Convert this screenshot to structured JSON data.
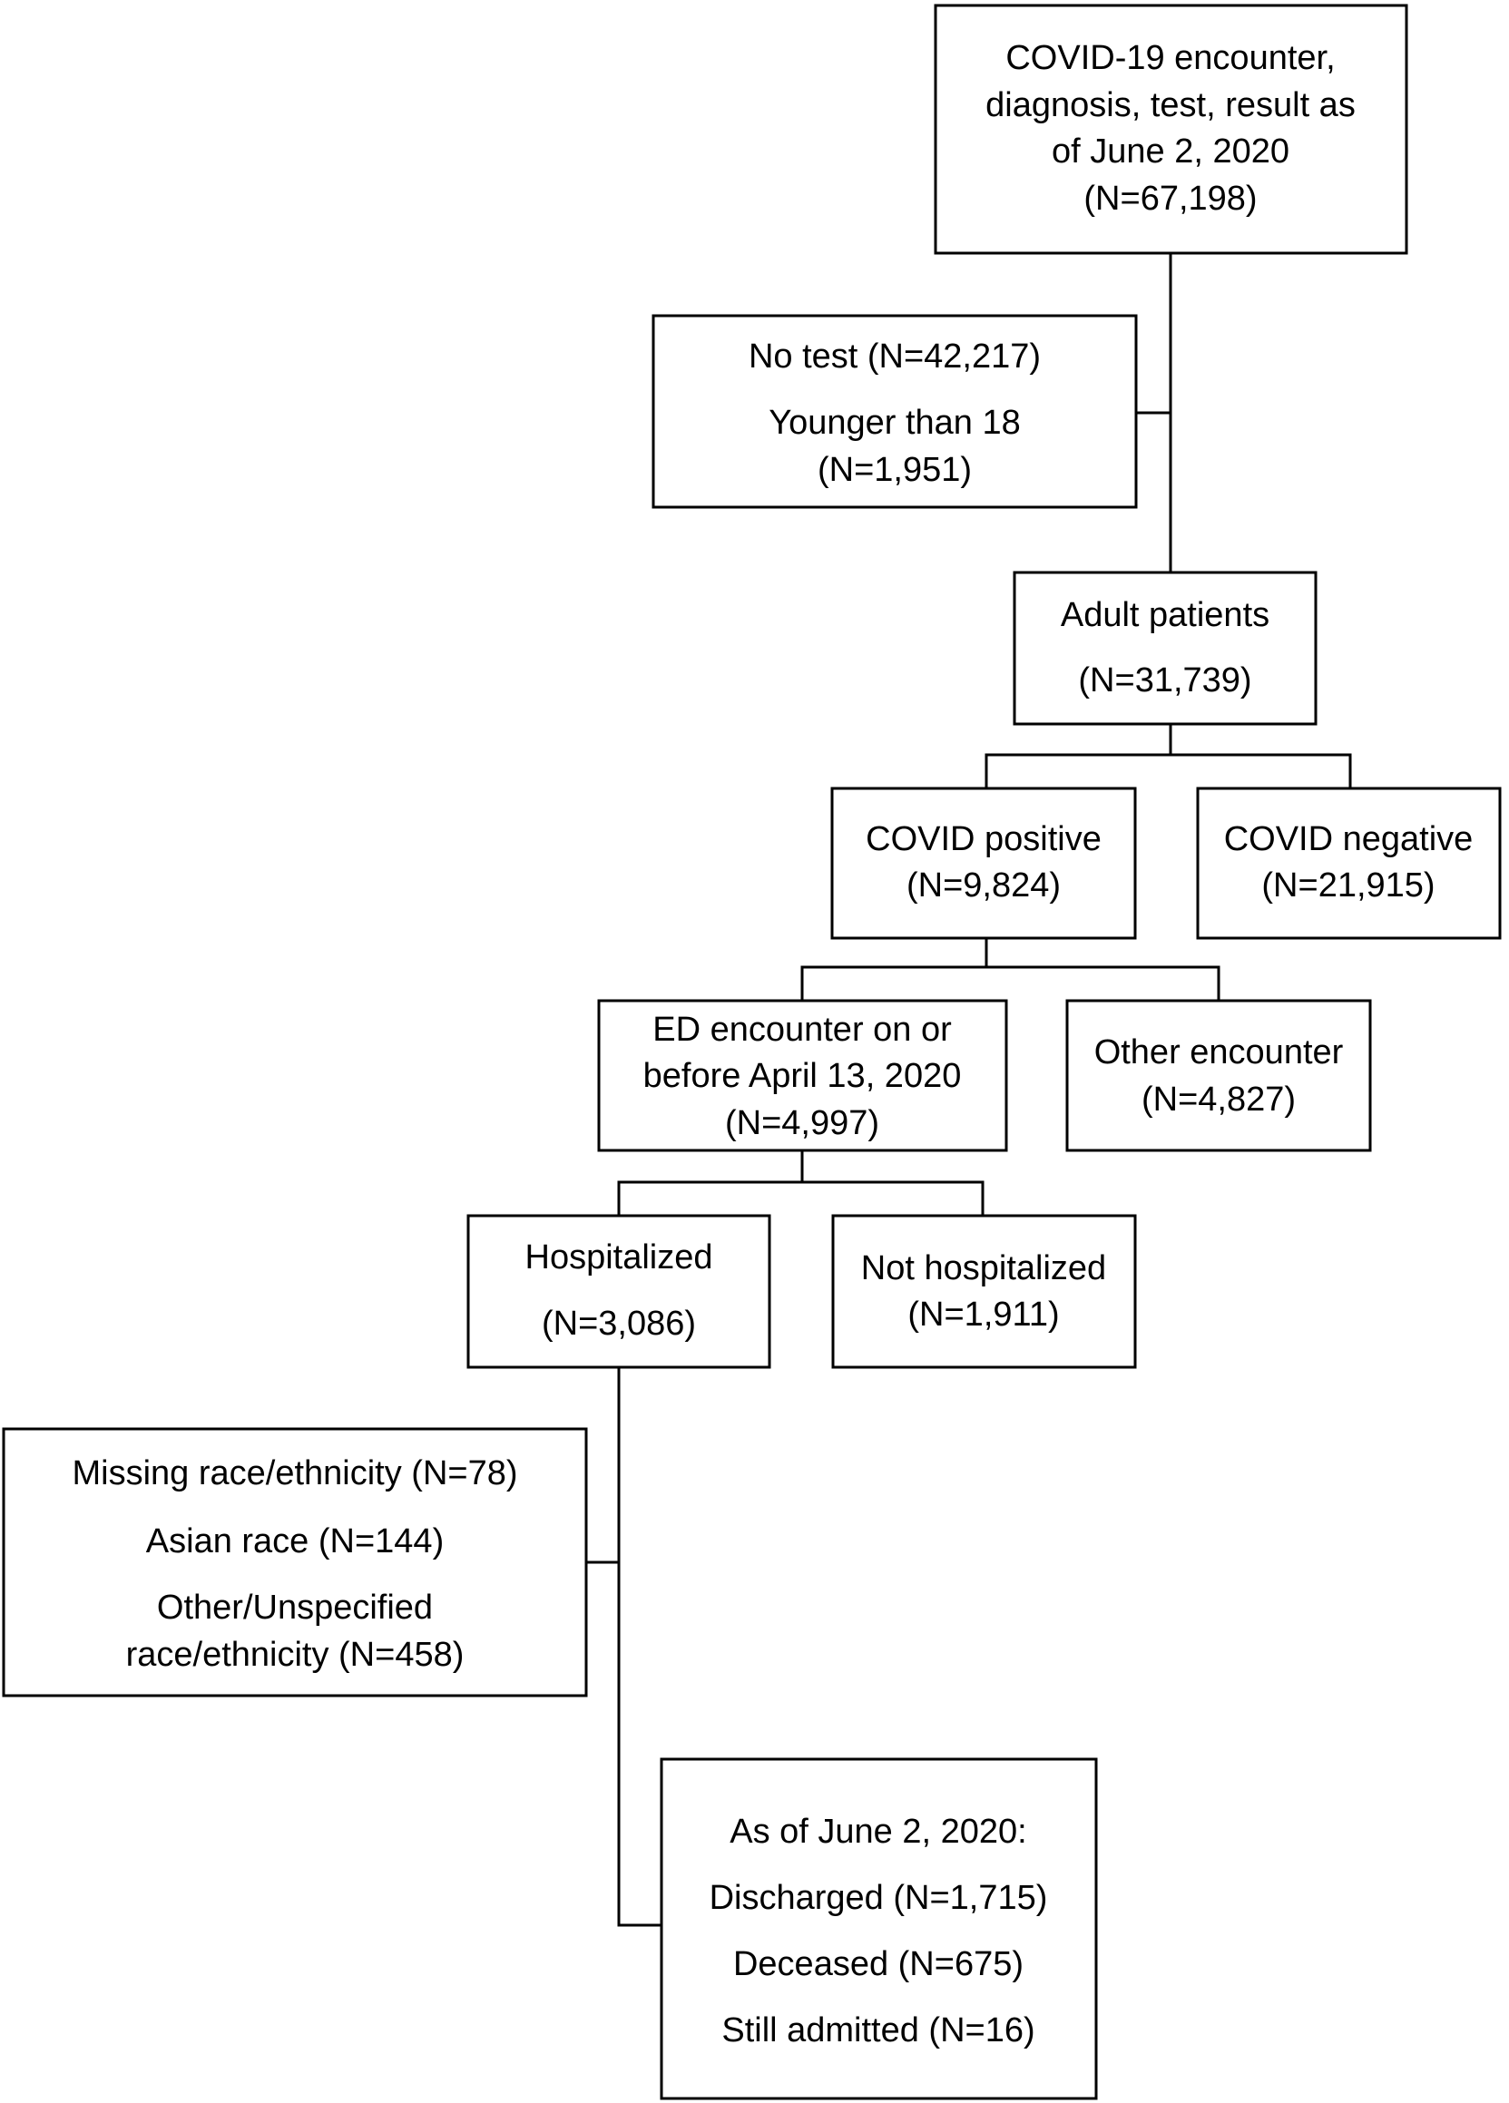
{
  "boxes": [
    {
      "id": "encounters",
      "lines": [
        "COVID-19 encounter,",
        "diagnosis, test, result as",
        "of June 2, 2020",
        "(N=67,198)"
      ]
    },
    {
      "id": "excluded-1",
      "lines": [
        "No test (N=42,217)",
        "Younger than 18",
        "(N=1,951)"
      ]
    },
    {
      "id": "adult-patients",
      "lines": [
        "Adult patients",
        "(N=31,739)"
      ]
    },
    {
      "id": "covid-positive",
      "lines": [
        "COVID positive",
        "(N=9,824)"
      ]
    },
    {
      "id": "covid-negative",
      "lines": [
        "COVID negative",
        "(N=21,915)"
      ]
    },
    {
      "id": "ed-encounter",
      "lines": [
        "ED encounter on or",
        "before April 13, 2020",
        "(N=4,997)"
      ]
    },
    {
      "id": "other-encounter",
      "lines": [
        "Other encounter",
        "(N=4,827)"
      ]
    },
    {
      "id": "hospitalized",
      "lines": [
        "Hospitalized",
        "(N=3,086)"
      ]
    },
    {
      "id": "not-hospitalized",
      "lines": [
        "Not hospitalized",
        "(N=1,911)"
      ]
    },
    {
      "id": "excluded-2",
      "lines": [
        "Missing race/ethnicity (N=78)",
        "Asian race (N=144)",
        "Other/Unspecified",
        "race/ethnicity (N=458)"
      ]
    },
    {
      "id": "outcomes",
      "lines": [
        "As of June 2, 2020:",
        "Discharged (N=1,715)",
        "Deceased (N=675)",
        "Still admitted (N=16)"
      ]
    }
  ]
}
